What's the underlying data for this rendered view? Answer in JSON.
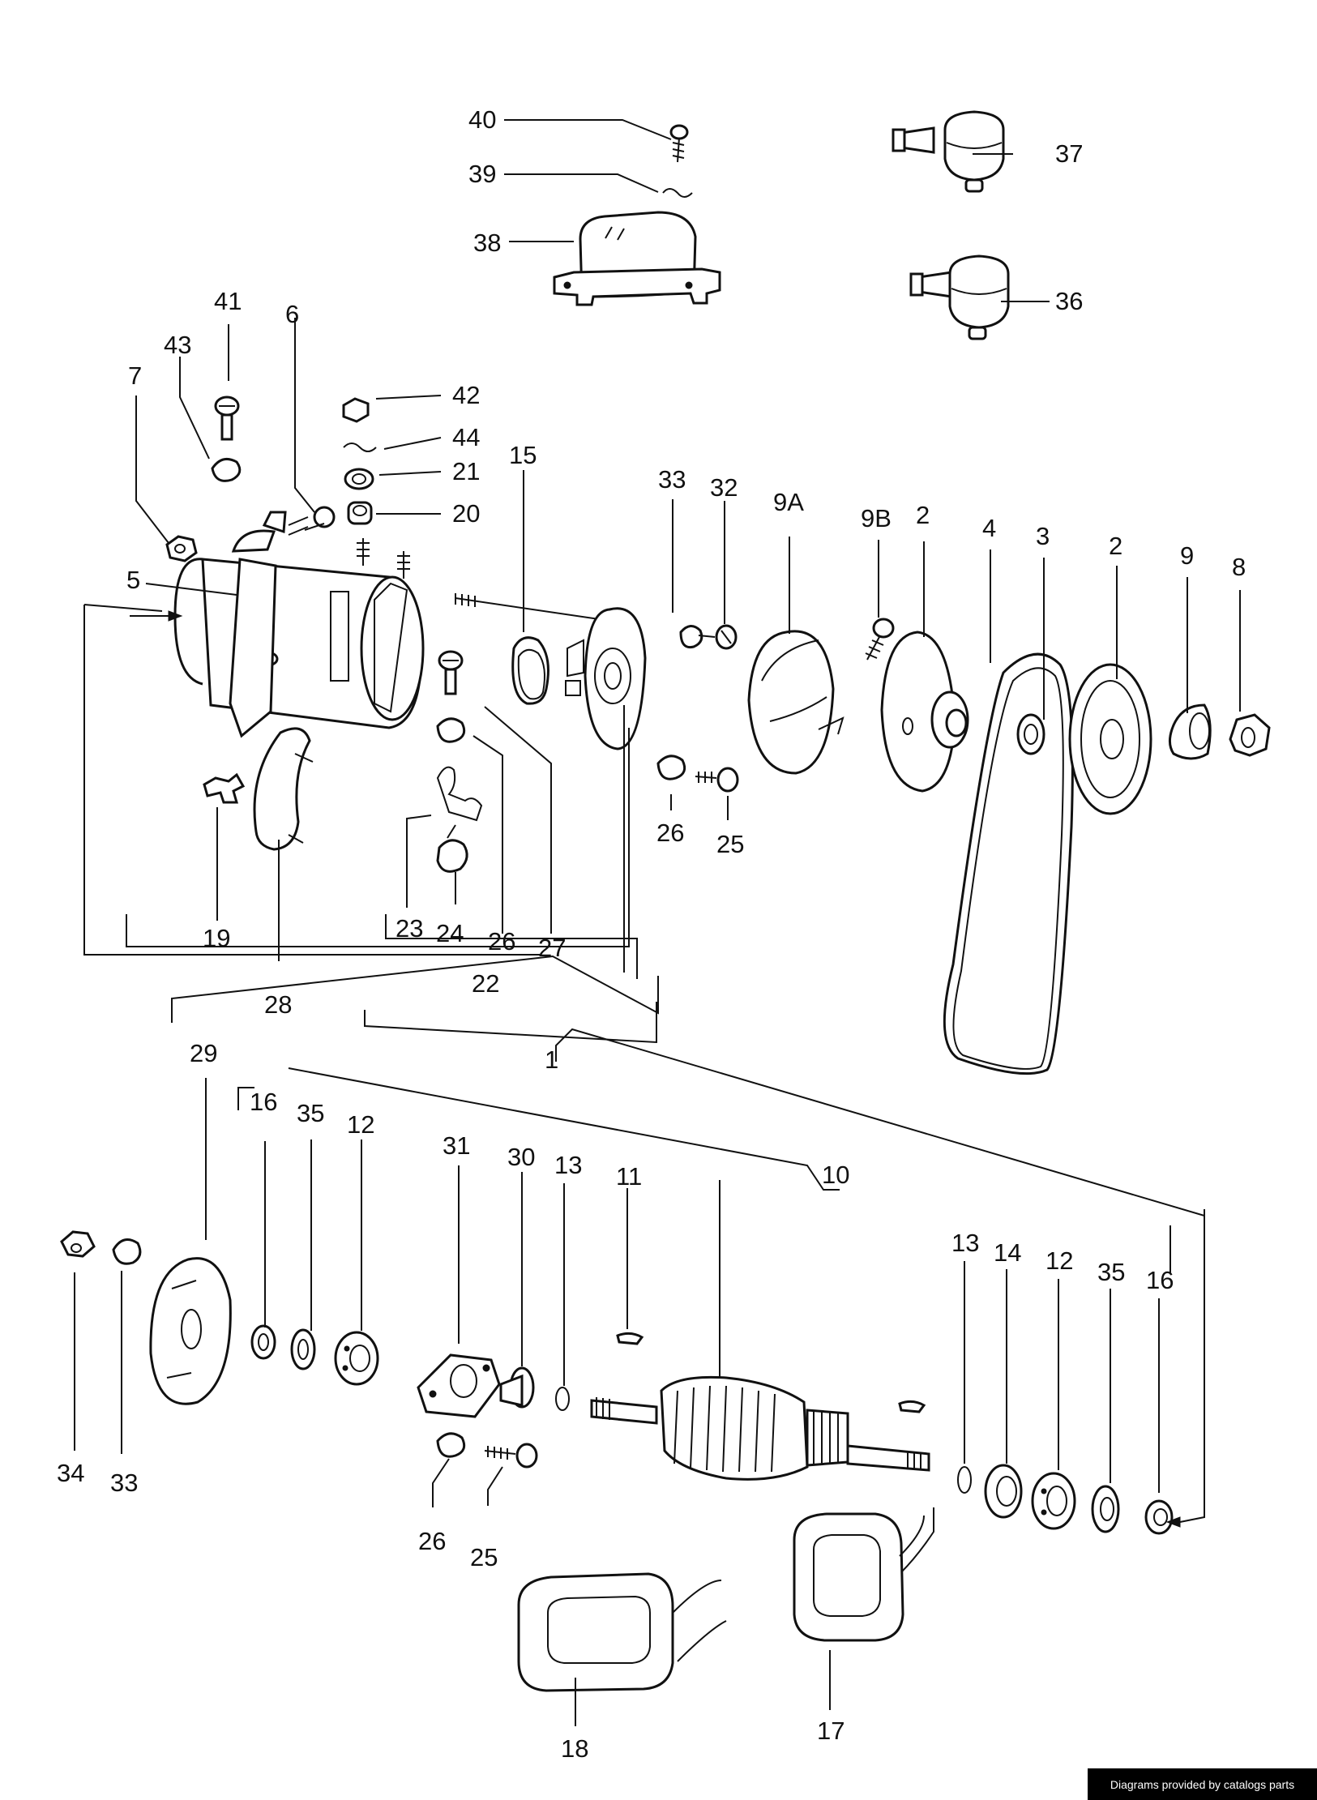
{
  "callouts": {
    "c40": "40",
    "c39": "39",
    "c38": "38",
    "c37": "37",
    "c36": "36",
    "c41": "41",
    "c43": "43",
    "c6": "6",
    "c7": "7",
    "c42": "42",
    "c44": "44",
    "c21": "21",
    "c20": "20",
    "c15": "15",
    "c33a": "33",
    "c32": "32",
    "c9a": "9A",
    "c9b": "9B",
    "c2a": "2",
    "c4": "4",
    "c3": "3",
    "c2b": "2",
    "c9": "9",
    "c8": "8",
    "c5": "5",
    "c26a": "26",
    "c25a": "25",
    "c19": "19",
    "c23": "23",
    "c24": "24",
    "c26b": "26",
    "c27": "27",
    "c22": "22",
    "c28": "28",
    "c1": "1",
    "c29": "29",
    "c16a": "16",
    "c35a": "35",
    "c12a": "12",
    "c31": "31",
    "c30": "30",
    "c13a": "13",
    "c11": "11",
    "c10": "10",
    "c13b": "13",
    "c14": "14",
    "c12b": "12",
    "c35b": "35",
    "c16b": "16",
    "c34": "34",
    "c33b": "33",
    "c26c": "26",
    "c25b": "25",
    "c18": "18",
    "c17": "17"
  },
  "credit": "Diagrams provided by catalogs parts"
}
